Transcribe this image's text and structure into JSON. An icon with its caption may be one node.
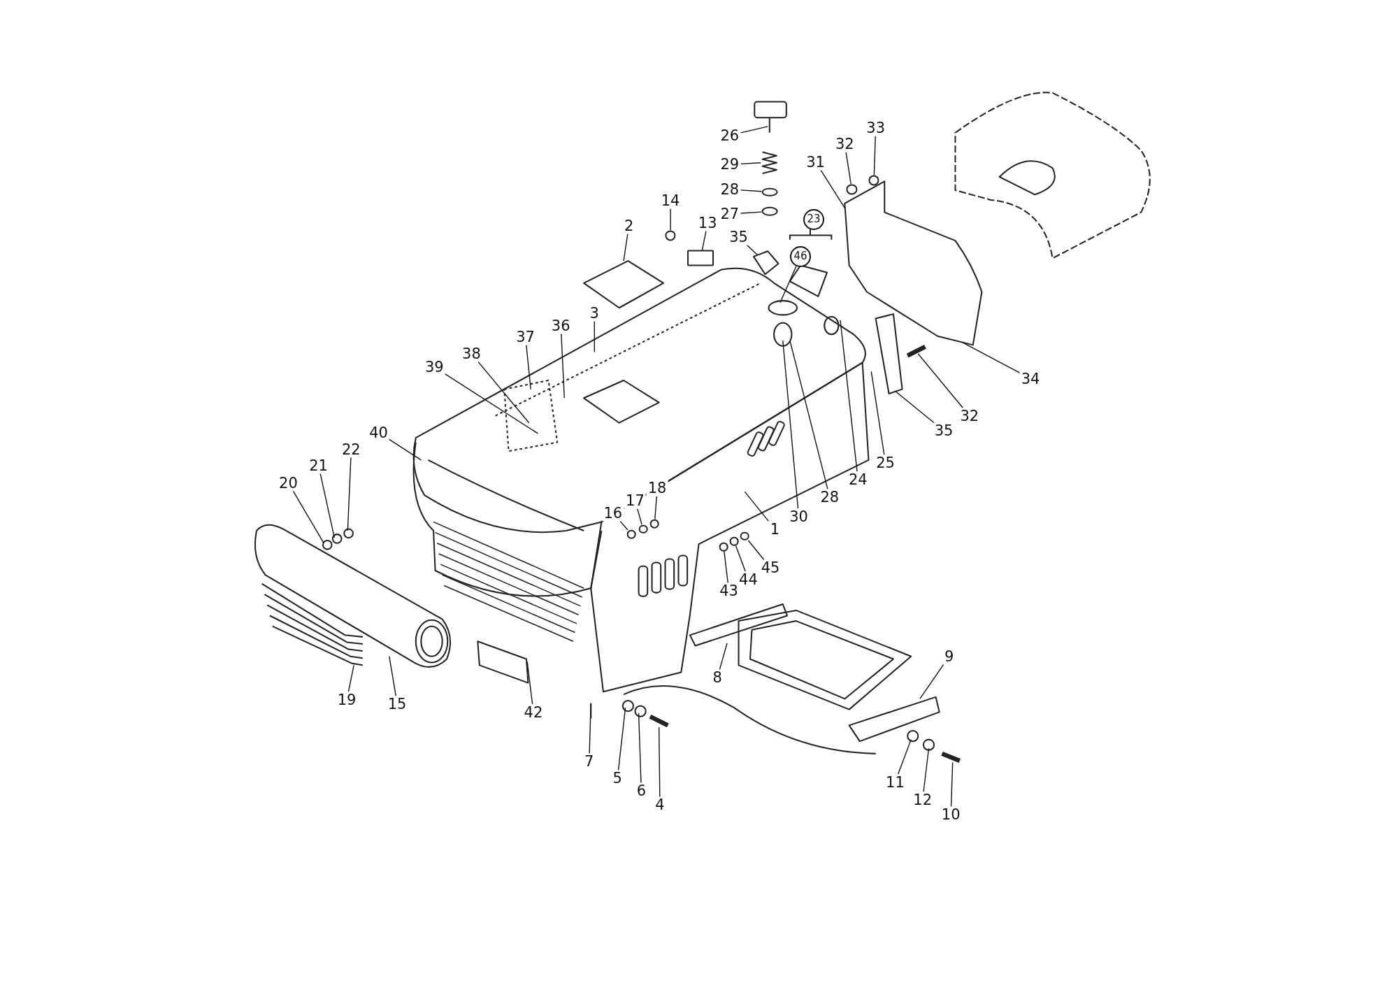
{
  "diagram": {
    "nodes": [
      {
        "text": [
          "26"
        ]
      },
      {
        "text": [
          "29"
        ]
      },
      {
        "text": [
          "28"
        ]
      },
      {
        "text": [
          "27"
        ]
      },
      {
        "text": [
          "33"
        ]
      },
      {
        "text": [
          "32"
        ]
      },
      {
        "text": [
          "31"
        ]
      },
      {
        "text": [
          "23"
        ]
      },
      {
        "text": [
          "14"
        ]
      },
      {
        "text": [
          "13"
        ]
      },
      {
        "text": [
          "2"
        ]
      },
      {
        "text": [
          "35"
        ]
      },
      {
        "text": [
          "46"
        ]
      },
      {
        "text": [
          "3"
        ]
      },
      {
        "text": [
          "37"
        ]
      },
      {
        "text": [
          "36"
        ]
      },
      {
        "text": [
          "38"
        ]
      },
      {
        "text": [
          "39"
        ]
      },
      {
        "text": [
          "34"
        ]
      },
      {
        "text": [
          "32"
        ]
      },
      {
        "text": [
          "35"
        ]
      },
      {
        "text": [
          "40"
        ]
      },
      {
        "text": [
          "22"
        ]
      },
      {
        "text": [
          "21"
        ]
      },
      {
        "text": [
          "20"
        ]
      },
      {
        "text": [
          "25"
        ]
      },
      {
        "text": [
          "24"
        ]
      },
      {
        "text": [
          "18"
        ]
      },
      {
        "text": [
          "17"
        ]
      },
      {
        "text": [
          "16"
        ]
      },
      {
        "text": [
          "28"
        ]
      },
      {
        "text": [
          "1"
        ]
      },
      {
        "text": [
          "30"
        ]
      },
      {
        "text": [
          "45"
        ]
      },
      {
        "text": [
          "44"
        ]
      },
      {
        "text": [
          "43"
        ]
      },
      {
        "text": [
          "9"
        ]
      },
      {
        "text": [
          "8"
        ]
      },
      {
        "text": [
          "19"
        ]
      },
      {
        "text": [
          "15"
        ]
      },
      {
        "text": [
          "42"
        ]
      },
      {
        "text": [
          "7"
        ]
      },
      {
        "text": [
          "5"
        ]
      },
      {
        "text": [
          "11"
        ]
      },
      {
        "text": [
          "6"
        ]
      },
      {
        "text": [
          "12"
        ]
      },
      {
        "text": [
          "4"
        ]
      },
      {
        "text": [
          "10"
        ]
      },
      {
        "text": [],
        "shape": "circle"
      },
      {
        "text": [],
        "shape": "circle"
      },
      {
        "text": [],
        "shape": "circle"
      },
      {
        "text": [],
        "shape": "box"
      },
      {
        "text": [],
        "shape": "circle"
      },
      {
        "text": [],
        "shape": "circle"
      },
      {
        "text": [],
        "shape": "circle"
      },
      {
        "text": [],
        "shape": "circle"
      },
      {
        "text": [],
        "shape": "circle"
      },
      {
        "text": [],
        "shape": "circle"
      },
      {
        "text": [],
        "shape": "circle"
      },
      {
        "text": [],
        "shape": "circle"
      },
      {
        "text": [],
        "shape": "plate"
      }
    ],
    "edges": [
      {
        "from": 0,
        "to": null,
        "arrow": "none"
      },
      {
        "from": 1,
        "to": null,
        "arrow": "none"
      },
      {
        "from": 2,
        "to": 58,
        "arrow": "none"
      },
      {
        "from": 3,
        "to": 48,
        "arrow": "none"
      },
      {
        "from": 4,
        "to": 59,
        "arrow": "none"
      },
      {
        "from": 5,
        "to": 49,
        "arrow": "none"
      },
      {
        "from": 6,
        "to": 60,
        "arrow": "none"
      },
      {
        "from": 8,
        "to": 50,
        "arrow": "none"
      },
      {
        "from": 9,
        "to": 51,
        "arrow": "none"
      },
      {
        "from": 10,
        "to": null,
        "arrow": "none"
      },
      {
        "from": 11,
        "to": null,
        "arrow": "none"
      },
      {
        "from": 12,
        "to": null,
        "arrow": "none"
      },
      {
        "from": 13,
        "to": null,
        "arrow": "none"
      },
      {
        "from": 14,
        "to": null,
        "arrow": "none"
      },
      {
        "from": 15,
        "to": null,
        "arrow": "none"
      },
      {
        "from": 16,
        "to": null,
        "arrow": "none"
      },
      {
        "from": 17,
        "to": null,
        "arrow": "none"
      },
      {
        "from": 18,
        "to": 60,
        "arrow": "none"
      },
      {
        "from": 19,
        "to": null,
        "arrow": "none"
      },
      {
        "from": 20,
        "to": null,
        "arrow": "none"
      },
      {
        "from": 21,
        "to": null,
        "arrow": "none"
      },
      {
        "from": 22,
        "to": null,
        "arrow": "none"
      },
      {
        "from": 23,
        "to": null,
        "arrow": "none"
      },
      {
        "from": 24,
        "to": null,
        "arrow": "none"
      },
      {
        "from": 25,
        "to": null,
        "arrow": "none"
      },
      {
        "from": 26,
        "to": null,
        "arrow": "none"
      },
      {
        "from": 27,
        "to": 52,
        "arrow": "none"
      },
      {
        "from": 28,
        "to": 53,
        "arrow": "none"
      },
      {
        "from": 29,
        "to": 54,
        "arrow": "none"
      },
      {
        "from": 30,
        "to": null,
        "arrow": "none"
      },
      {
        "from": 31,
        "to": null,
        "arrow": "none"
      },
      {
        "from": 32,
        "to": null,
        "arrow": "none"
      },
      {
        "from": 33,
        "to": 55,
        "arrow": "none"
      },
      {
        "from": 34,
        "to": 56,
        "arrow": "none"
      },
      {
        "from": 35,
        "to": 57,
        "arrow": "none"
      },
      {
        "from": 36,
        "to": null,
        "arrow": "none"
      },
      {
        "from": 37,
        "to": null,
        "arrow": "none"
      },
      {
        "from": 38,
        "to": null,
        "arrow": "none"
      },
      {
        "from": 39,
        "to": null,
        "arrow": "none"
      },
      {
        "from": 40,
        "to": null,
        "arrow": "none"
      },
      {
        "from": 41,
        "to": null,
        "arrow": "none"
      },
      {
        "from": 42,
        "to": null,
        "arrow": "none"
      },
      {
        "from": 43,
        "to": null,
        "arrow": "none"
      },
      {
        "from": 44,
        "to": null,
        "arrow": "none"
      },
      {
        "from": 45,
        "to": null,
        "arrow": "none"
      },
      {
        "from": 46,
        "to": null,
        "arrow": "none"
      },
      {
        "from": 47,
        "to": null,
        "arrow": "none"
      }
    ]
  }
}
